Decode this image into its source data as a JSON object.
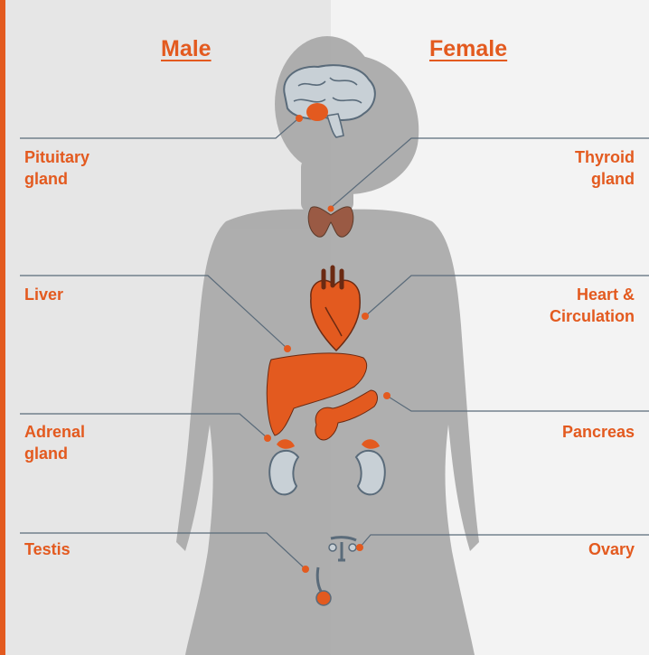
{
  "headings": {
    "male": "Male",
    "female": "Female"
  },
  "labels": {
    "pituitary_1": "Pituitary",
    "pituitary_2": "gland",
    "thyroid_1": "Thyroid",
    "thyroid_2": "gland",
    "liver": "Liver",
    "heart_1": "Heart &",
    "heart_2": "Circulation",
    "adrenal_1": "Adrenal",
    "adrenal_2": "gland",
    "pancreas": "Pancreas",
    "testis": "Testis",
    "ovary": "Ovary"
  },
  "colors": {
    "accent": "#e35a1f",
    "body": "#a9a9a9",
    "left_panel": "#e6e6e6",
    "right_panel": "#f3f3f3",
    "line": "#5a6b7a"
  }
}
